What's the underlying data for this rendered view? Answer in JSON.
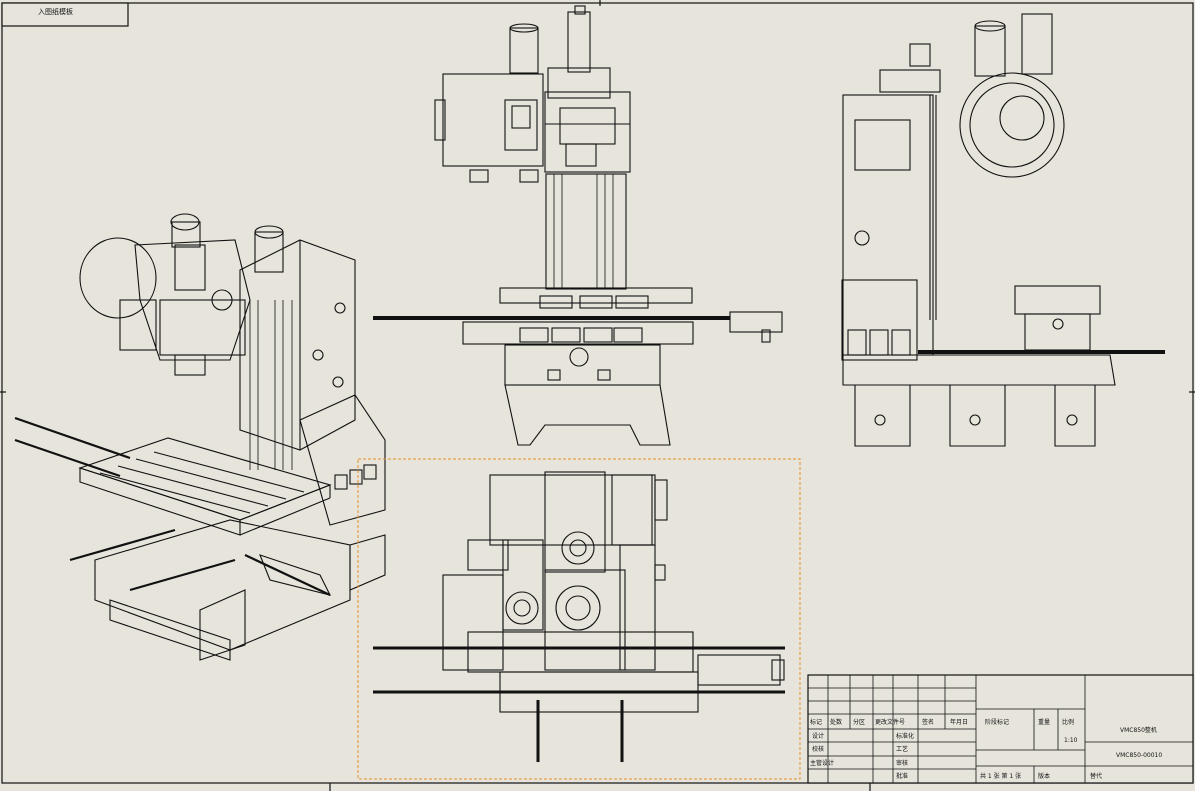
{
  "drawing": {
    "corner_tab_text": "入图纸模板",
    "title_block": {
      "header_labels": [
        "标记",
        "处数",
        "分区",
        "更改文件号",
        "签名",
        "年月日"
      ],
      "role_labels": [
        "设计",
        "校核",
        "主管设计"
      ],
      "right_labels": [
        "标准化",
        "工艺",
        "审核",
        "批准"
      ],
      "stage_label": "阶段标记",
      "weight_label": "重量",
      "scale_label": "比例",
      "scale_value": "1:10",
      "sheet_label": "共 1 张 第 1 张",
      "version_label": "版本",
      "replace_label": "替代",
      "part_name": "VMC850整机",
      "drawing_number": "VMC850-00010"
    }
  },
  "colors": {
    "paper": "#e6e4db",
    "line": "#111111",
    "selection": "#e8902a"
  }
}
